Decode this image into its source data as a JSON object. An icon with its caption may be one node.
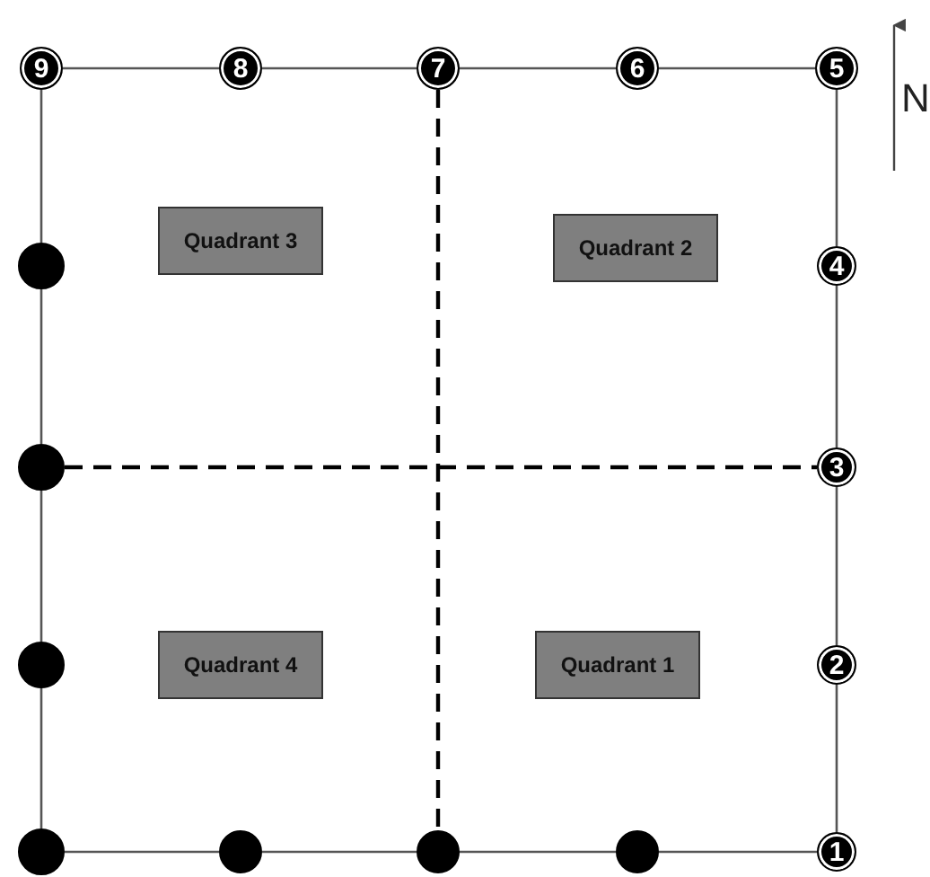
{
  "diagram": {
    "nodes": [
      {
        "text": [
          "9"
        ]
      },
      {
        "text": [
          "8"
        ]
      },
      {
        "text": [
          "7"
        ]
      },
      {
        "text": [
          "6"
        ]
      },
      {
        "text": [
          "5"
        ]
      },
      {
        "text": [
          "Quadrant 3"
        ]
      },
      {
        "text": [
          "Quadrant 2"
        ]
      },
      {
        "text": [],
        "shape": "circle"
      },
      {
        "text": [
          "4"
        ]
      },
      {
        "text": [],
        "shape": "circle"
      },
      {
        "text": [
          "3"
        ]
      },
      {
        "text": [],
        "shape": "circle"
      },
      {
        "text": [
          "Quadrant 4"
        ]
      },
      {
        "text": [
          "Quadrant 1"
        ]
      },
      {
        "text": [
          "2"
        ]
      },
      {
        "text": [],
        "shape": "circle"
      },
      {
        "text": [],
        "shape": "circle"
      },
      {
        "text": [],
        "shape": "circle"
      },
      {
        "text": [],
        "shape": "circle"
      },
      {
        "text": [
          "1"
        ]
      }
    ],
    "edges": [
      {
        "from": 0,
        "to": 1,
        "arrow": "none"
      },
      {
        "from": 1,
        "to": 2,
        "arrow": "none"
      },
      {
        "from": 2,
        "to": 3,
        "arrow": "none"
      },
      {
        "from": 3,
        "to": 4,
        "arrow": "none"
      },
      {
        "from": 4,
        "to": 8,
        "arrow": "none"
      },
      {
        "from": 8,
        "to": 10,
        "arrow": "none"
      },
      {
        "from": 10,
        "to": 14,
        "arrow": "none"
      },
      {
        "from": 14,
        "to": 19,
        "arrow": "none"
      },
      {
        "from": 0,
        "to": 7,
        "arrow": "none"
      },
      {
        "from": 7,
        "to": 9,
        "arrow": "none"
      },
      {
        "from": 9,
        "to": 11,
        "arrow": "none"
      },
      {
        "from": 11,
        "to": 15,
        "arrow": "none"
      },
      {
        "from": 15,
        "to": 16,
        "arrow": "none"
      },
      {
        "from": 16,
        "to": 17,
        "arrow": "none"
      },
      {
        "from": 17,
        "to": 18,
        "arrow": "none"
      },
      {
        "from": 18,
        "to": 19,
        "arrow": "none"
      },
      {
        "from": 2,
        "to": 17,
        "arrow": "none",
        "style": "dashed"
      },
      {
        "from": 9,
        "to": 10,
        "arrow": "none",
        "style": "dashed"
      }
    ],
    "labels": [
      "N"
    ]
  }
}
